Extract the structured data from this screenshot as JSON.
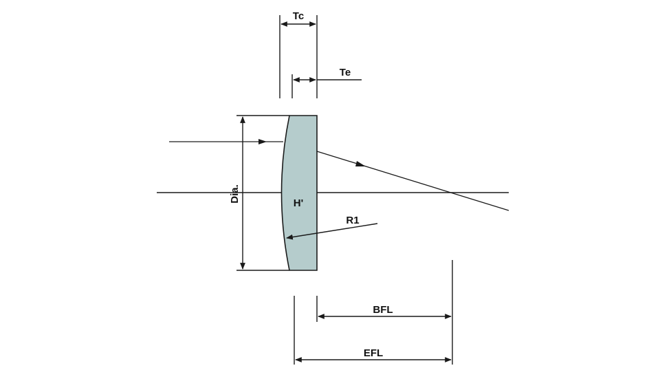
{
  "labels": {
    "tc": "Tc",
    "te": "Te",
    "dia": "Dia.",
    "h_prime": "H'",
    "r1": "R1",
    "bfl": "BFL",
    "efl": "EFL"
  },
  "colors": {
    "lens_fill": "#b5cccc",
    "line": "#1a1a1a",
    "background": "#ffffff"
  }
}
